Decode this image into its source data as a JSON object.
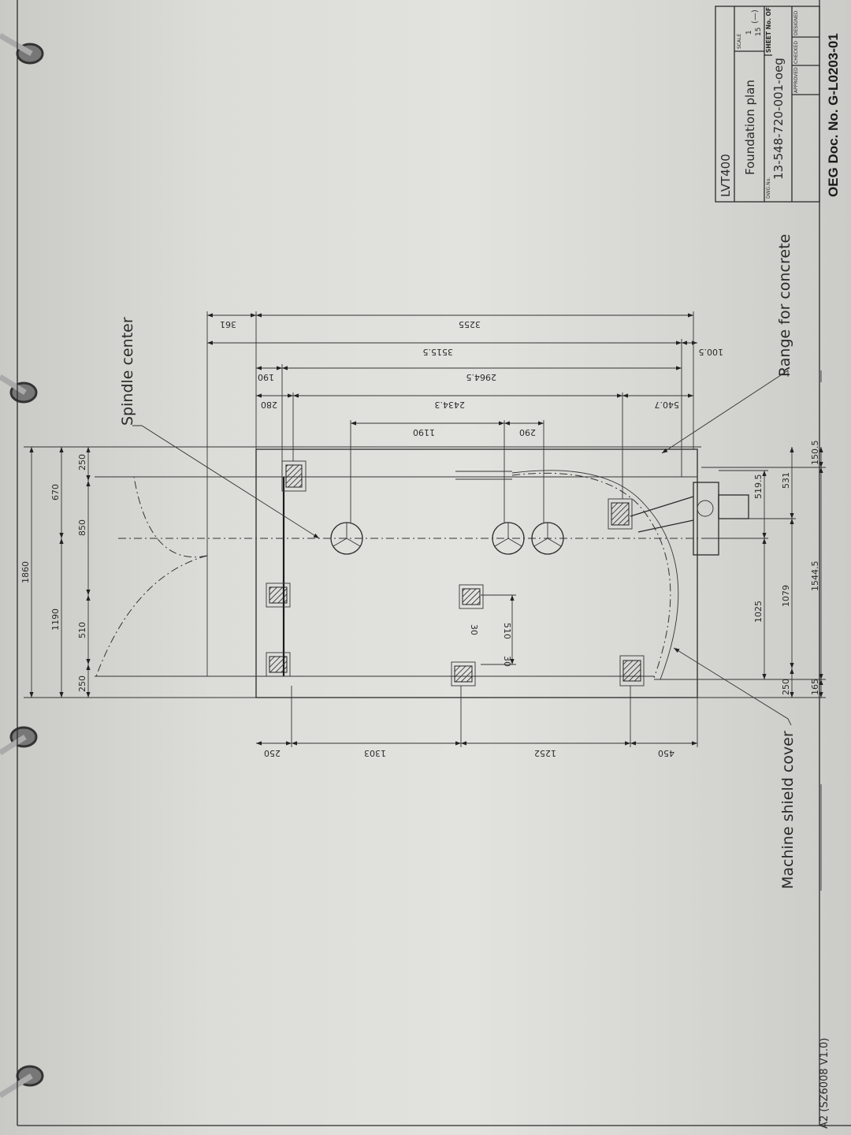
{
  "title_block": {
    "model": "LVT400",
    "title": "Foundation plan",
    "drawing_no_label": "DWG.No.",
    "drawing_no": "13-548-720-001-oeg",
    "scale_label": "SCALE",
    "scale_num": "1",
    "scale_den": "15",
    "scale_unit": "(—)",
    "sheet_label": "SHEET No.   OF",
    "approved": "APPROVED",
    "checked": "CHECKED",
    "designed": "DESIGNED",
    "doc_no": "OEG Doc. No. G-L0203-01"
  },
  "labels": {
    "spindle_center": "Spindle center",
    "range_concrete": "Range for concrete",
    "shield_cover": "Machine shield cover",
    "sheet_format": "A2   (SZ6008  V1.0)"
  },
  "dims": {
    "top": [
      "361",
      "3255",
      "3515.5",
      "100.5",
      "190",
      "2964.5",
      "280",
      "2434.3",
      "540.7",
      "1190",
      "290"
    ],
    "left": [
      "1860",
      "670",
      "1190",
      "250",
      "850",
      "510",
      "250"
    ],
    "inner": [
      "30",
      "510",
      "30"
    ],
    "bottom": [
      "250",
      "1303",
      "1252",
      "450"
    ],
    "right": [
      "519.5",
      "1025",
      "531",
      "1079",
      "250",
      "150.5",
      "1544.5",
      "165"
    ]
  }
}
